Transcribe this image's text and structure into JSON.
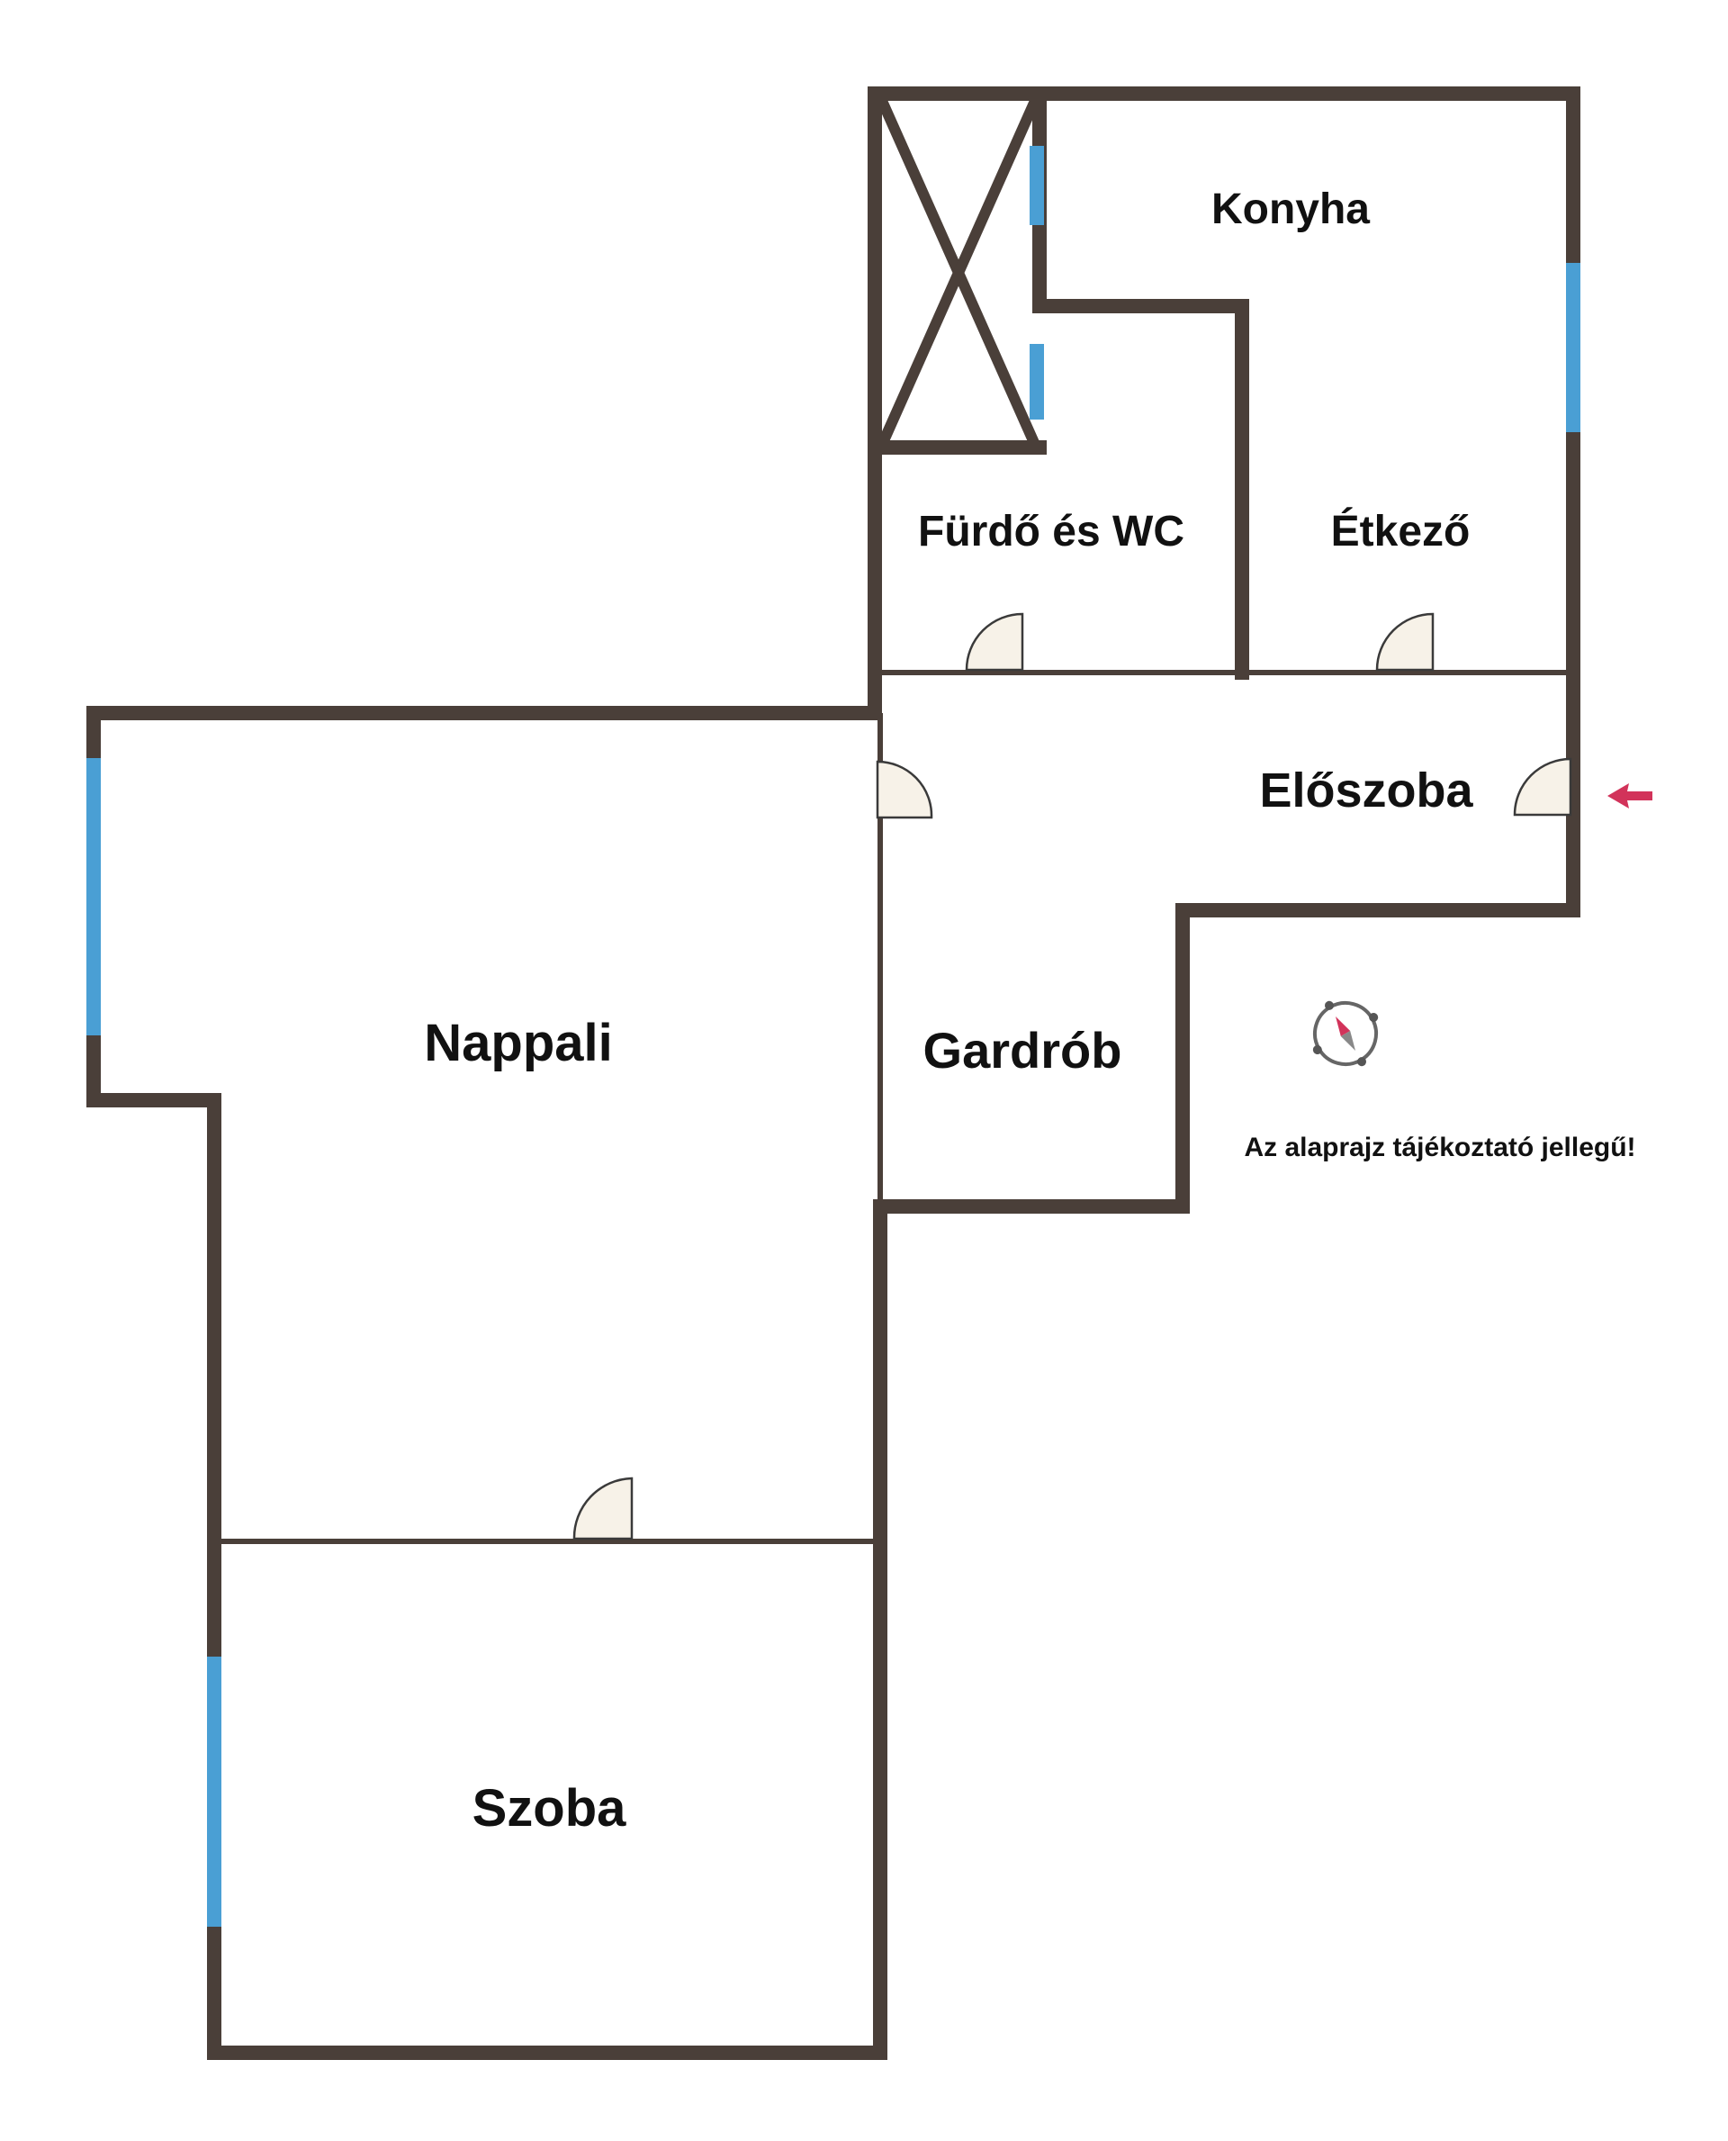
{
  "rooms": {
    "konyha": "Konyha",
    "furdo": "Fürdő és WC",
    "etkezo": "Étkező",
    "eloszoba": "Előszoba",
    "nappali": "Nappali",
    "gardrob": "Gardrób",
    "szoba": "Szoba"
  },
  "note": "Az alaprajz tájékoztató jellegű!",
  "icons": {
    "entrance": "arrow-left-icon",
    "compass": "compass-icon"
  },
  "colors": {
    "wall": "#4a3f39",
    "window": "#4a9fd4",
    "door": "#f7f2e8",
    "entrance_arrow": "#d2335a"
  }
}
